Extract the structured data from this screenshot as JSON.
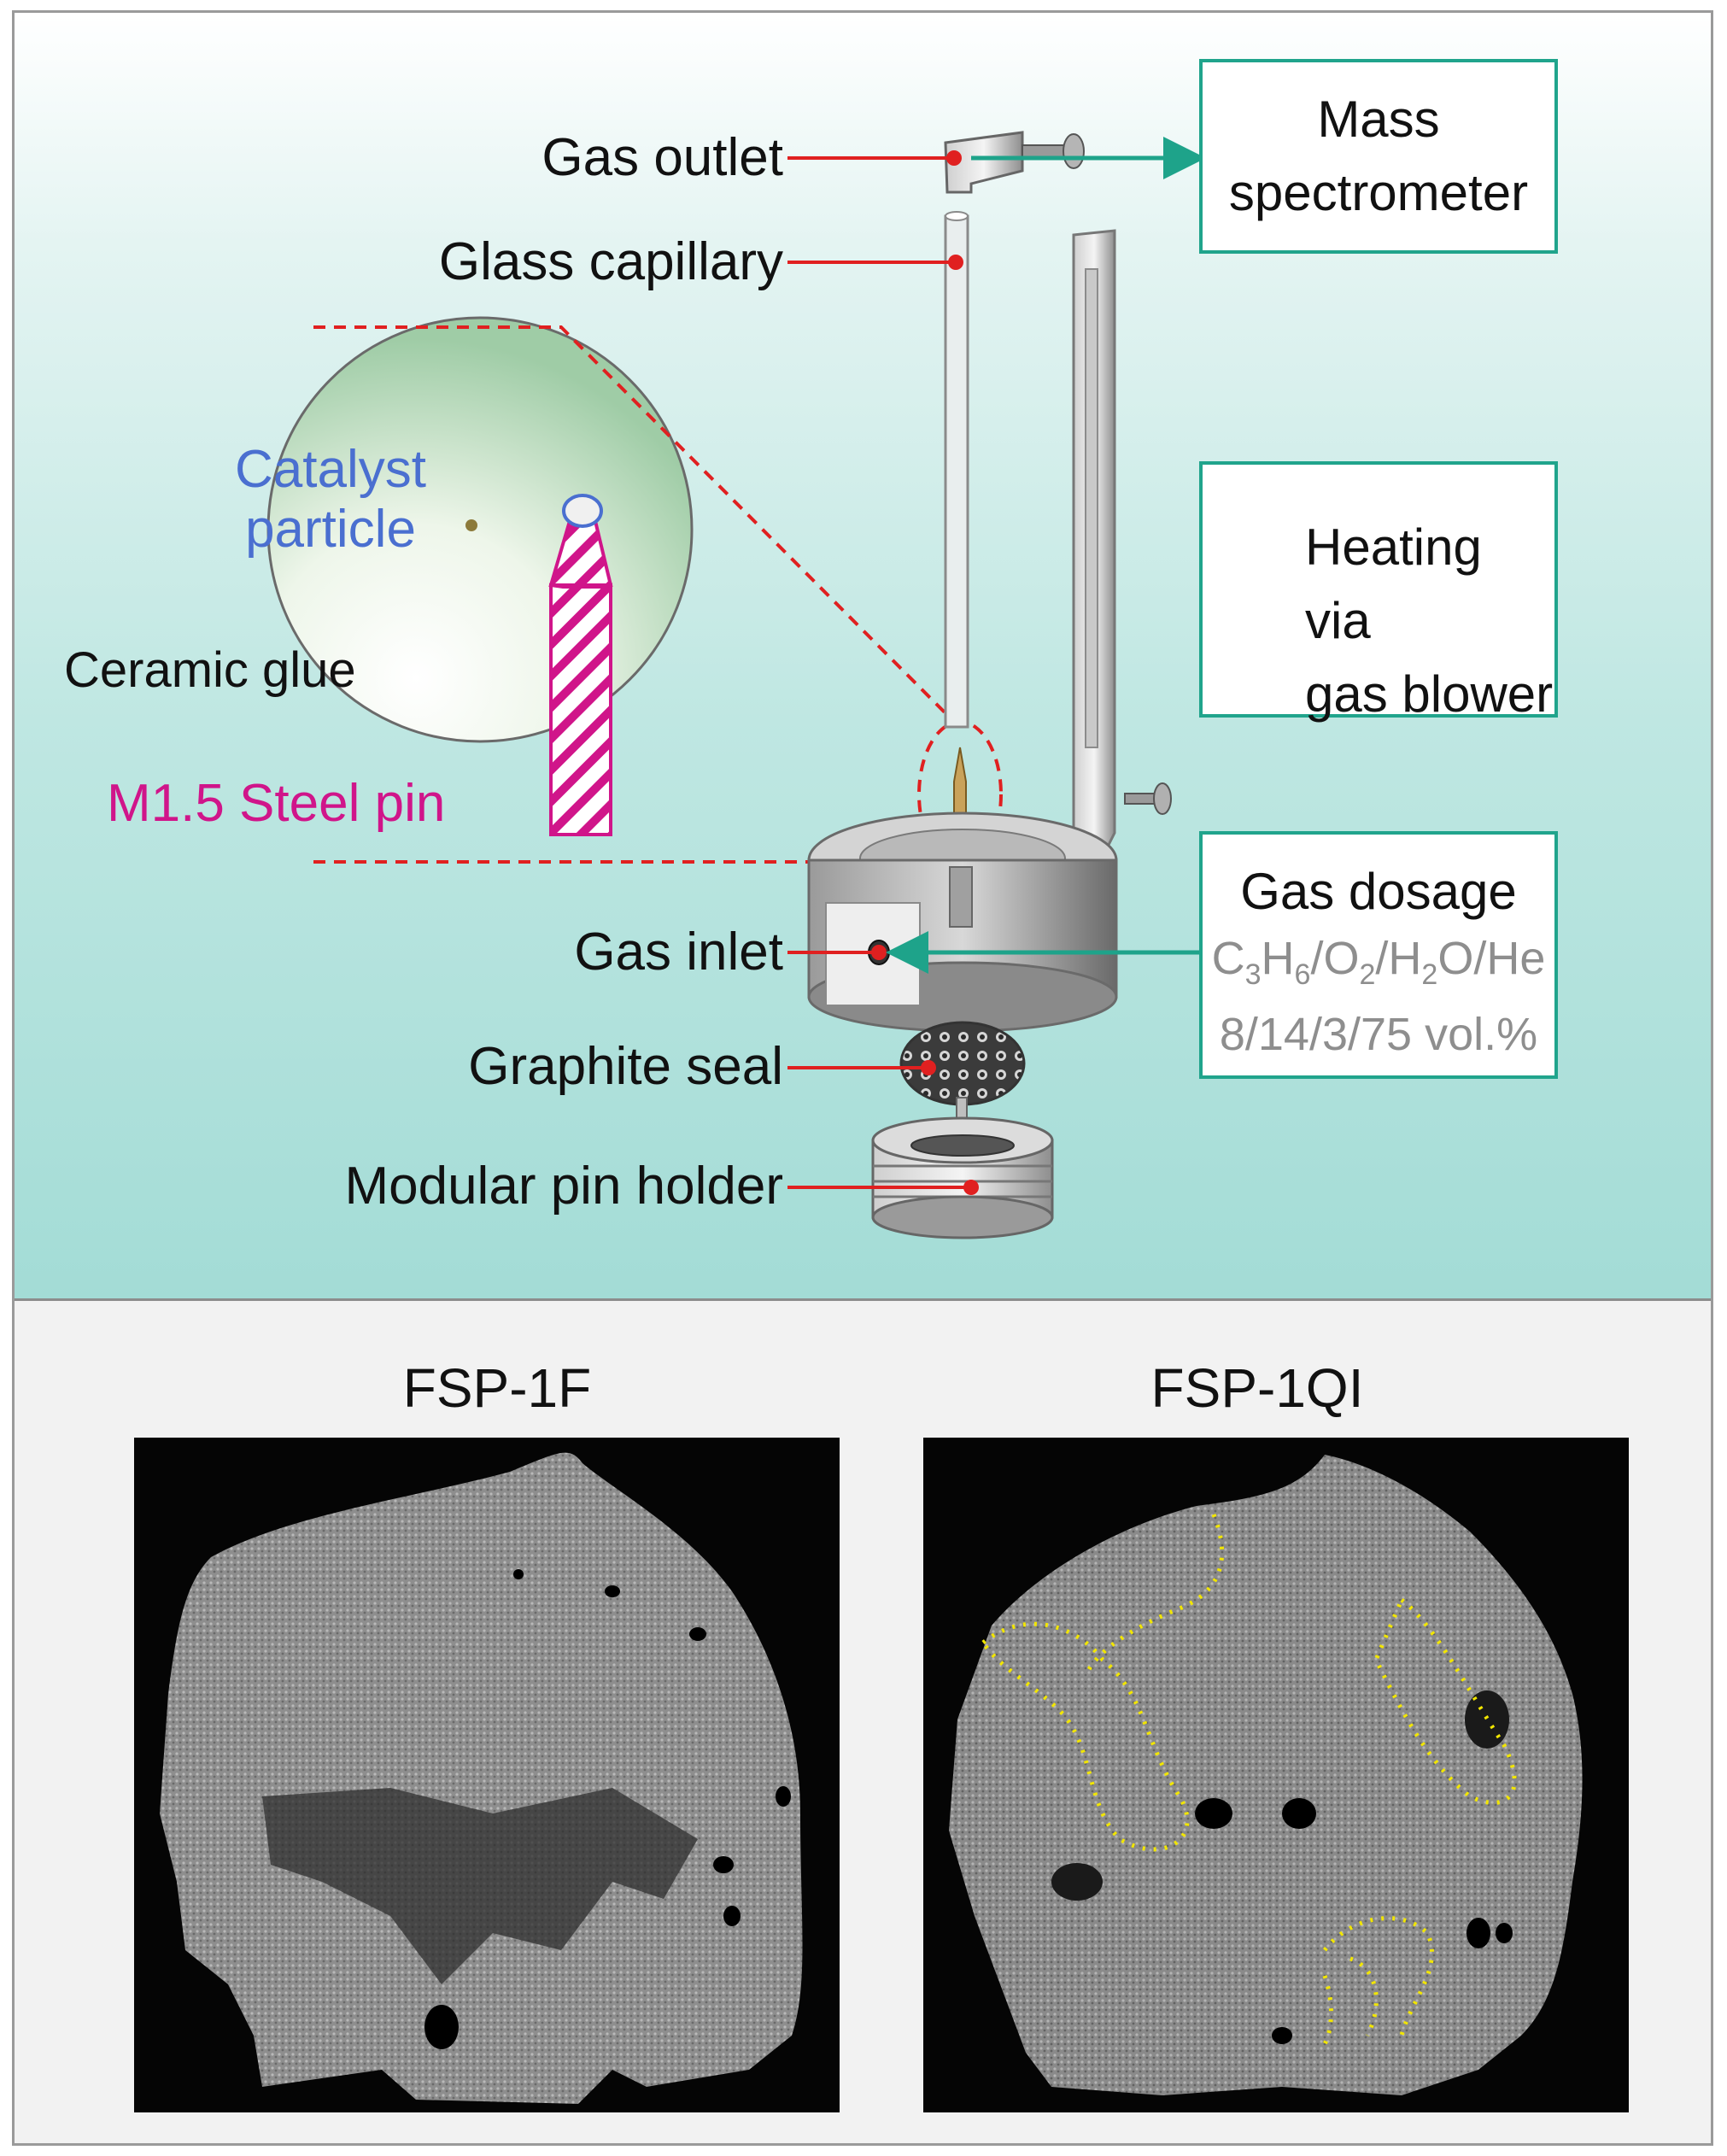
{
  "labels": {
    "gas_outlet": "Gas outlet",
    "glass_capillary": "Glass capillary",
    "gas_inlet": "Gas inlet",
    "graphite_seal": "Graphite seal",
    "modular_pin_holder": "Modular pin holder"
  },
  "inset": {
    "catalyst_particle_line1": "Catalyst",
    "catalyst_particle_line2": "particle",
    "ceramic_glue": "Ceramic glue",
    "steel_pin": "M1.5 Steel pin"
  },
  "boxes": {
    "mass_spec_line1": "Mass",
    "mass_spec_line2": "spectrometer",
    "heating_line1": "Heating via",
    "heating_line2": "gas blower",
    "gas_dosage_title": "Gas dosage",
    "gas_composition_line2": "8/14/3/75 vol.%"
  },
  "gas_composition_formula": "C3H6/O2/H2O/He",
  "panels": {
    "left_title": "FSP-1F",
    "right_title": "FSP-1QI"
  },
  "colors": {
    "callout_red": "#e02020",
    "arrow_teal": "#1ea38a",
    "pin_magenta": "#d0158a",
    "catalyst_blue": "#4a6fd0",
    "highlight_yellow": "#f2e600"
  }
}
